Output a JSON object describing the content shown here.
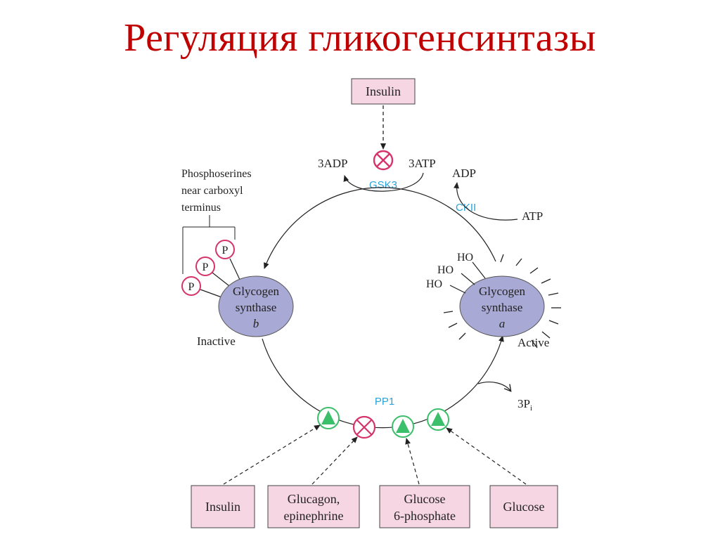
{
  "title": "Регуляция гликогенсинтазы",
  "diagram": {
    "insulin_top": "Insulin",
    "adp3": "3ADP",
    "atp3": "3ATP",
    "gsk3": "GSK3",
    "adp": "ADP",
    "ckii": "CKII",
    "atp": "ATP",
    "phosphoserines": [
      "Phosphoserines",
      "near carboxyl",
      "terminus"
    ],
    "phospho_marker": "P",
    "gs_b": {
      "line1": "Glycogen",
      "line2": "synthase",
      "letter": "b",
      "state": "Inactive"
    },
    "gs_a": {
      "line1": "Glycogen",
      "line2": "synthase",
      "letter": "a",
      "state": "Active"
    },
    "hydroxyl": "HO",
    "pp1": "PP1",
    "pi": "3P",
    "pi_sub": "i",
    "boxes": [
      {
        "line1": "Insulin",
        "line2": ""
      },
      {
        "line1": "Glucagon,",
        "line2": "epinephrine"
      },
      {
        "line1": "Glucose",
        "line2": "6-phosphate"
      },
      {
        "line1": "Glucose",
        "line2": ""
      }
    ],
    "colors": {
      "title": "#c00000",
      "box_fill": "#f7d6e4",
      "enzyme_fill": "#a9a9d6",
      "enzyme_label": "#29a3d8",
      "inhibit": "#d6336c",
      "activate": "#3cbf6a"
    }
  }
}
